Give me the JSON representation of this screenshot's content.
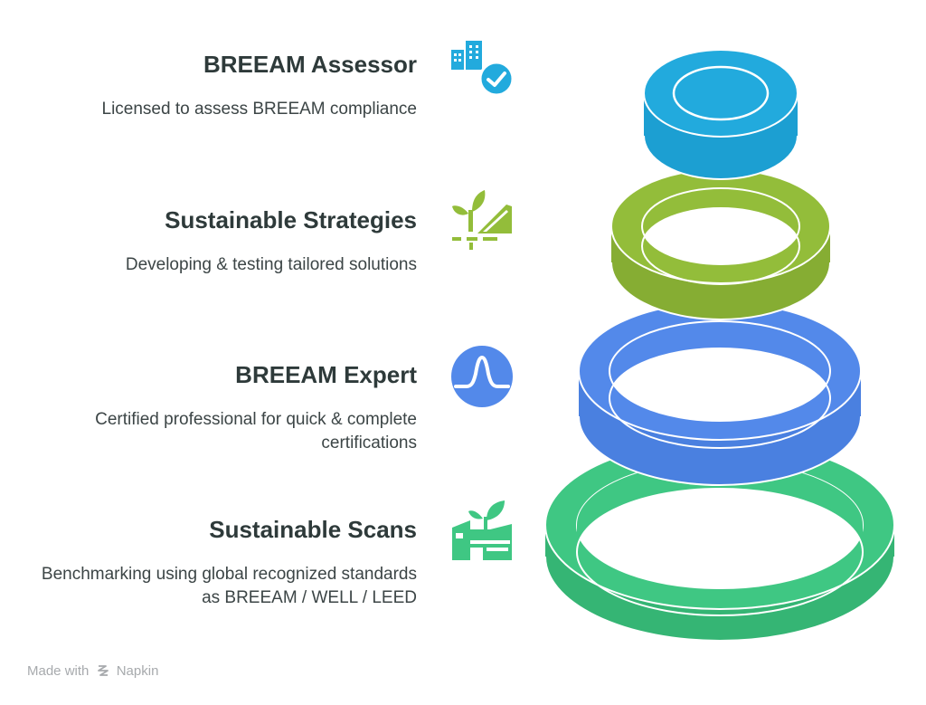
{
  "items": [
    {
      "title": "BREEAM Assessor",
      "description": "Licensed to assess BREEAM compliance",
      "icon": "building-check-icon",
      "color": "#1fa8dc"
    },
    {
      "title": "Sustainable Strategies",
      "description": "Developing & testing tailored solutions",
      "icon": "sprout-ramp-icon",
      "color": "#8fba3a"
    },
    {
      "title": "BREEAM Expert",
      "description": "Certified professional for quick & complete certifications",
      "icon": "pulse-wave-icon",
      "color": "#4f86e6"
    },
    {
      "title": "Sustainable Scans",
      "description": "Benchmarking using global recognized standards as BREEAM / WELL / LEED",
      "icon": "factory-sprout-icon",
      "color": "#3cc47f"
    }
  ],
  "footer": {
    "made_with": "Made with",
    "brand": "Napkin"
  }
}
